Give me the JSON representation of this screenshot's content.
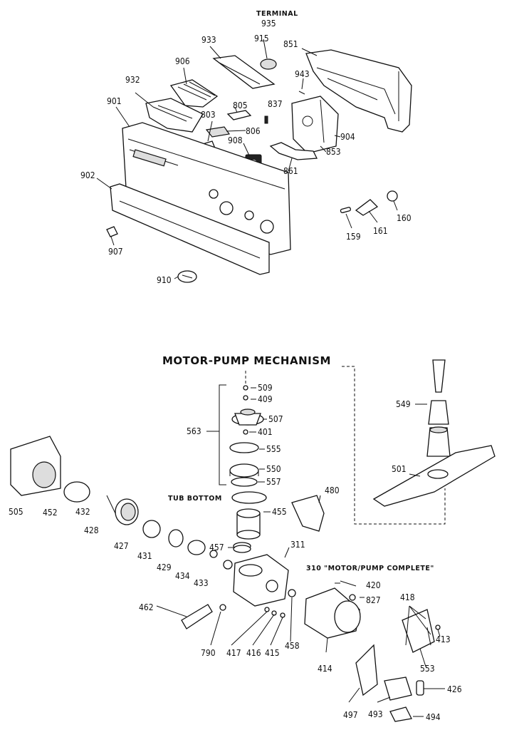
{
  "labels": {
    "terminal": "TERMINAL",
    "motor_pump_mechanism": "MOTOR-PUMP MECHANISM",
    "tub_bottom": "TUB BOTTOM",
    "motor_pump_complete": "310 \"MOTOR/PUMP COMPLETE\""
  },
  "parts": {
    "p935": "935",
    "p915": "915",
    "p851": "851",
    "p933": "933",
    "p906": "906",
    "p943": "943",
    "p932": "932",
    "p901": "901",
    "p803": "803",
    "p805": "805",
    "p837": "837",
    "p806": "806",
    "p908": "908",
    "p904": "904",
    "p853": "853",
    "p861": "861",
    "p902": "902",
    "p907": "907",
    "p159": "159",
    "p161": "161",
    "p160": "160",
    "p910": "910",
    "p509": "509",
    "p409": "409",
    "p507": "507",
    "p401": "401",
    "p563": "563",
    "p555": "555",
    "p550": "550",
    "p557": "557",
    "p549": "549",
    "p501": "501",
    "p505": "505",
    "p452": "452",
    "p432": "432",
    "p428": "428",
    "p480": "480",
    "p455": "455",
    "p427": "427",
    "p431": "431",
    "p429": "429",
    "p457": "457",
    "p311": "311",
    "p434": "434",
    "p433": "433",
    "p420": "420",
    "p827": "827",
    "p418": "418",
    "p462": "462",
    "p413": "413",
    "p790": "790",
    "p417": "417",
    "p416": "416",
    "p415": "415",
    "p458": "458",
    "p414": "414",
    "p553": "553",
    "p426": "426",
    "p497": "497",
    "p493": "493",
    "p494": "494"
  }
}
